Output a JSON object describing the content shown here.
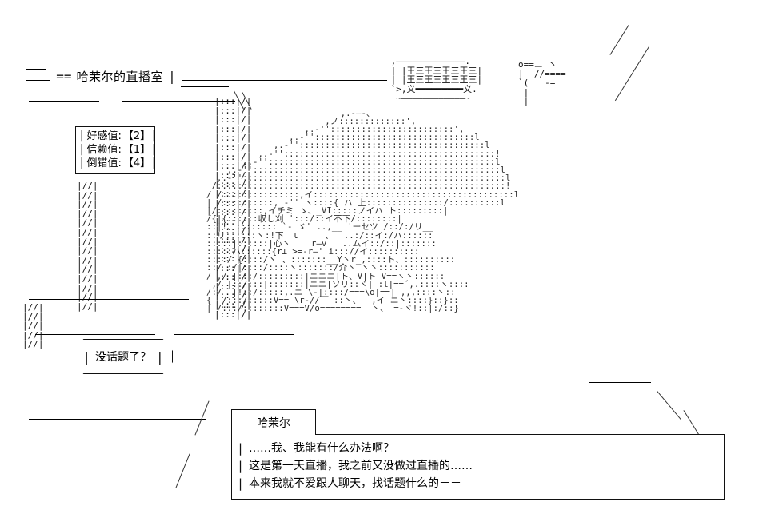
{
  "scene": {
    "title_plate": {
      "left_bar": "==",
      "text": "哈茉尔的直播室",
      "right_bar": "|"
    },
    "stats": {
      "rows": [
        {
          "left_pipe": "|",
          "label": "好感值:",
          "value": "【2】",
          "right_pipe": "|"
        },
        {
          "left_pipe": "|",
          "label": "信赖值:",
          "value": "【1】",
          "right_pipe": "|"
        },
        {
          "left_pipe": "|",
          "label": "倒错值:",
          "value": "【4】",
          "right_pipe": "|"
        }
      ]
    },
    "thought_plate": {
      "left_pipe": "|",
      "text": "没话题了？",
      "right_pipe": "|"
    },
    "dialogue": {
      "speaker": "哈茉尔",
      "lines": [
        {
          "pipe": "|",
          "text": "……我、我能有什么办法啊？"
        },
        {
          "pipe": "|",
          "text": "这是第一天直播，我之前又没做过直播的……"
        },
        {
          "pipe": "|",
          "text": "本来我就不爱跟人聊天，找话题什么的－－"
        }
      ]
    },
    "ascii": {
      "room_top": "――                                \n  ――――                           \n  ――――――|//|―――――――――――――|:::|/|\n                              |:::|/|",
      "room_top_right_rail": "―――――――――――\\\\\n            \\\\\n             ",
      "window_unit": " ,―――――――――――――.\n | |王三王三王三王三|\n | |王三王三王三王三|\n `>,义━━━━━━━━━义.\n  ~――――――――――――~",
      "window_right": "o==ニ 丶\n|  //====\n`(   -=\n |\n |",
      "mid_rail_row": "|:::|/|",
      "left_rail_row": "|//|",
      "lower_rails": "   ______________________________\n ――――――|//|―――――――――――――――\n ――――――|//|―――――――――――――――\n ―――――――――――――――――――――\n  ――――――      ――――――",
      "floor_rule": "______________________",
      "character": [
        "                          ,.-―-、",
        "                      _,ノ:::::::::::::',",
        "                   ,.-''::::::::::::::::::::::::',",
        "                ,.-'':::::::::::::::::::::::::::::::l",
        "             ,.-''::::::::::::::::::::::::::::::::::::l",
        "          ,.-'':::::::::::::::::::::::::::::::::::::::::!",
        "       ,.-''::::::::::::::::::::::::::::::::::::::::::::l",
        "    ,.-''::::::::::::::::::::::::::::::::::::::::::::::::l",
        "  ,.-'':::::::::::::::::::::::::::::::::::::::::::::::::::l",
        " /::::::::::::::::::::::::::::::::::::::::::::::::::::::::!",
        "/ /:::::::::::::::,イ:::::::::::::::::::::::::::::::::::::::l",
        "| /::::::::::, -'' ヽ::::{ ハ 上:::::::::::::::/::::::::::l",
        "|/:::::::::,イチミ ゝ、_VI:::::ノイハ ト:::::::::|",
        "/{|{::::::収し刈 ':::/::イ不下/::::::::|",
        "::|!、:::::::: `- ゞ' ..,__ 'ーセツ /::/:/リ__",
        "::リ::::::ヽ:!下  u     、  ..:/::イ:/ハ::::::",
        ":::::|::::::|心丶    r―v   ..ムイ::/::|:::::::",
        ":::::ハ::::::{r⊥ >=-r―' i::://イ::::::::::",
        "::::/ {::::/ヽ 、:::::::__Y丶r_,::::ト、::::::::::",
        "::/ :/|::::/::::ヽ:::::::/介丶 ヽ丶:::::::::::",
        "/ ,/ |:::/:::::::::|ニニニ|ト、V|ト V==ヽ丶::::::",
        " ,/ |::/:::|:::::::|ニニ|ソリ::ヾ| :l|==´,.::::ヽ::::",
        "/:/  |!::/:::::,.ニ \\-|::::/===\\o|==| ,,,::::丶::",
        "{  /:::/:::::V== \\r-//￣ ::丶、 _,イ ニ丶::::}::}::",
        "| /:::/::::::::V===V/o========  丶、 =-ヾ!::|:/::}"
      ]
    }
  }
}
